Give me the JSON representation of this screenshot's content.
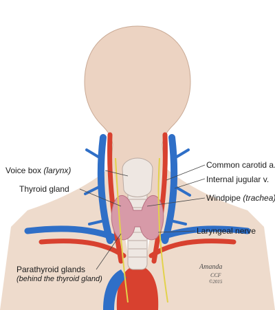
{
  "labels": {
    "voice_box": {
      "main": "Voice box",
      "paren": "(larynx)"
    },
    "thyroid_gland": "Thyroid gland",
    "parathyroid": {
      "main": "Parathyroid glands",
      "sub": "(behind the thyroid gland)"
    },
    "common_carotid": "Common carotid a.",
    "internal_jugular": "Internal jugular v.",
    "windpipe": {
      "main": "Windpipe",
      "paren": "(trachea)"
    },
    "laryngeal_nerve": "Laryngeal nerve"
  },
  "signature": {
    "name": "Amanda",
    "org": "CCF",
    "year": "©2015"
  },
  "colors": {
    "skin": "#ecd3c2",
    "artery": "#d8412f",
    "vein": "#2f6fc7",
    "thyroid": "#d79aa8",
    "nerve": "#e2d24a",
    "trachea": "#eee7e2"
  }
}
